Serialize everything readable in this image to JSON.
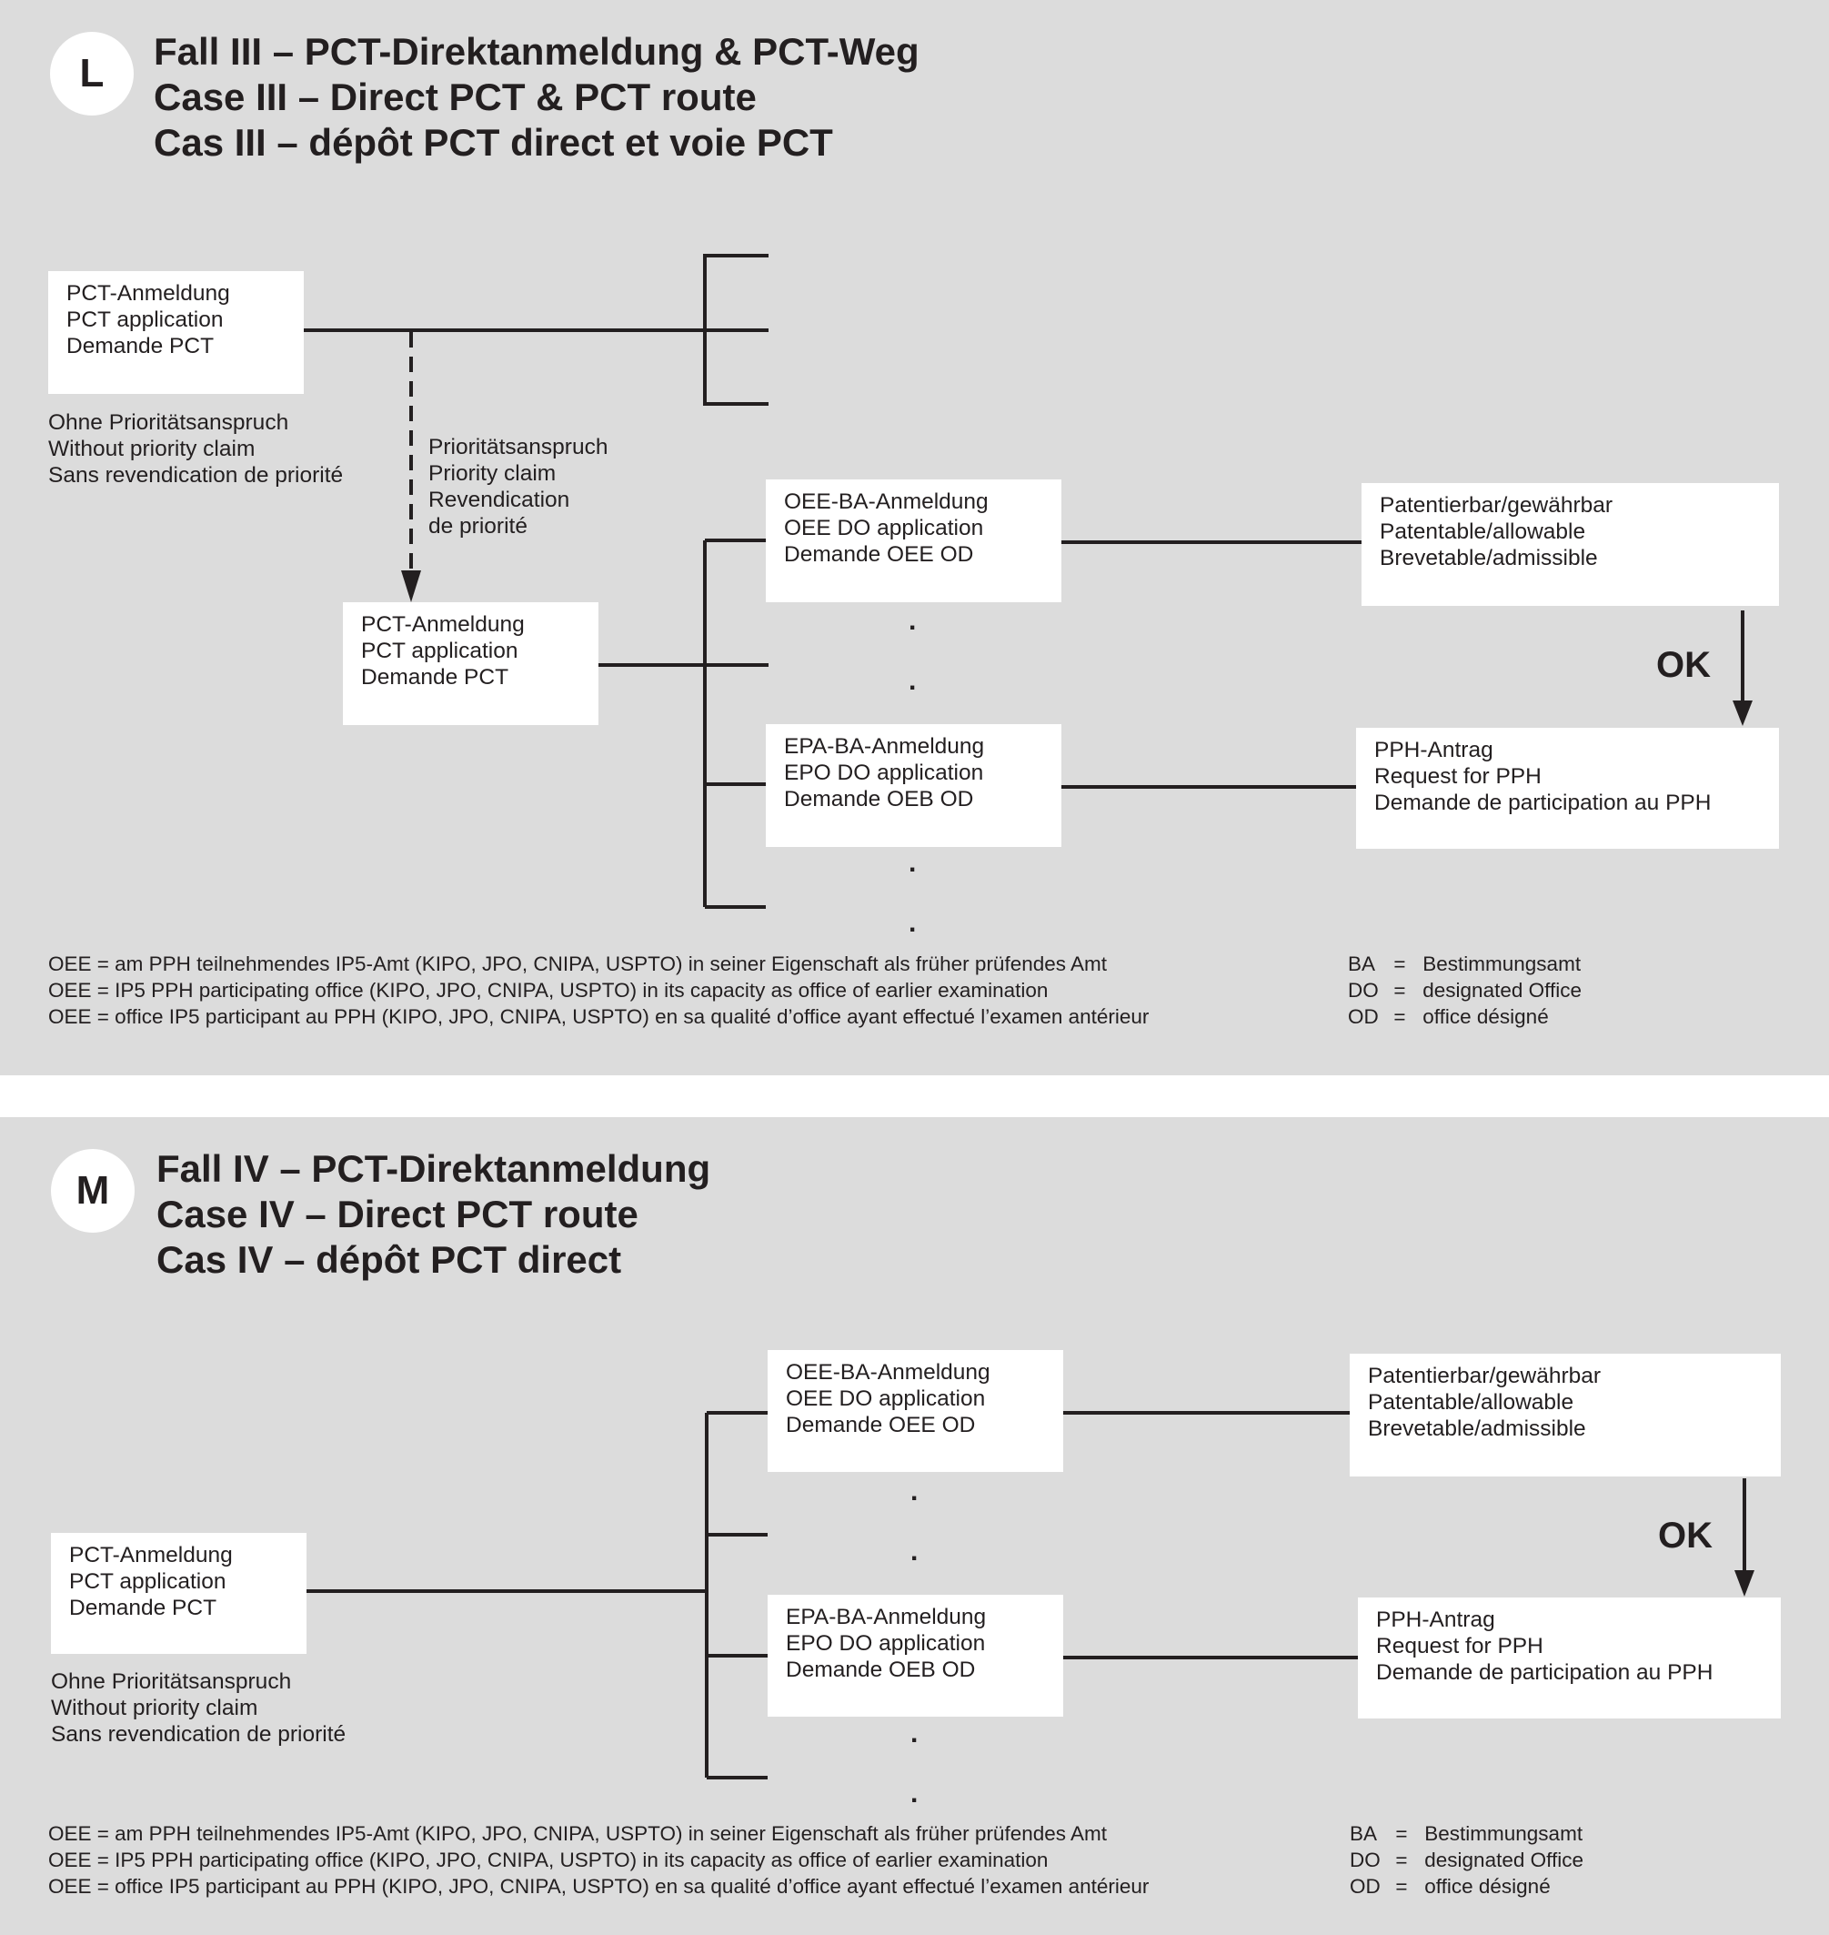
{
  "panels": {
    "l": {
      "badge": "L",
      "title": [
        "Fall III – PCT-Direktanmeldung & PCT-Weg",
        "Case III – Direct PCT & PCT route",
        "Cas III – dépôt PCT direct et voie PCT"
      ],
      "pct_box_1": [
        "PCT-Anmeldung",
        "PCT application",
        "Demande PCT"
      ],
      "no_priority_label": [
        "Ohne Prioritätsanspruch",
        "Without priority claim",
        "Sans revendication de priorité"
      ],
      "priority_label": [
        "Prioritätsanspruch",
        "Priority claim",
        "Revendication",
        "de priorité"
      ],
      "pct_box_2": [
        "PCT-Anmeldung",
        "PCT application",
        "Demande PCT"
      ],
      "oee_box": [
        "OEE-BA-Anmeldung",
        "OEE DO application",
        "Demande OEE OD"
      ],
      "epa_box": [
        "EPA-BA-Anmeldung",
        "EPO DO application",
        "Demande OEB OD"
      ],
      "patentable_box": [
        "Patentierbar/gewährbar",
        "Patentable/allowable",
        "Brevetable/admissible"
      ],
      "pph_box": [
        "PPH-Antrag",
        "Request for PPH",
        "Demande de participation au PPH"
      ],
      "ok": "OK",
      "dots": ".",
      "footnote": [
        "OEE = am PPH teilnehmendes IP5-Amt (KIPO, JPO, CNIPA, USPTO) in seiner Eigenschaft als früher prüfendes Amt",
        "OEE = IP5 PPH participating office (KIPO, JPO, CNIPA, USPTO) in its capacity as office of earlier examination",
        "OEE = office IP5 participant au PPH (KIPO, JPO, CNIPA, USPTO) en sa qualité d’office ayant effectué l’examen antérieur"
      ],
      "abbreviations": [
        {
          "abbr": "BA",
          "eq": "=",
          "meaning": "Bestimmungsamt"
        },
        {
          "abbr": "DO",
          "eq": "=",
          "meaning": "designated Office"
        },
        {
          "abbr": "OD",
          "eq": "=",
          "meaning": "office désigné"
        }
      ]
    },
    "m": {
      "badge": "M",
      "title": [
        "Fall IV – PCT-Direktanmeldung",
        "Case IV – Direct PCT route",
        "Cas IV – dépôt PCT direct"
      ],
      "pct_box": [
        "PCT-Anmeldung",
        "PCT application",
        "Demande PCT"
      ],
      "no_priority_label": [
        "Ohne Prioritätsanspruch",
        "Without priority claim",
        "Sans revendication de priorité"
      ],
      "oee_box": [
        "OEE-BA-Anmeldung",
        "OEE DO application",
        "Demande OEE OD"
      ],
      "epa_box": [
        "EPA-BA-Anmeldung",
        "EPO DO application",
        "Demande OEB OD"
      ],
      "patentable_box": [
        "Patentierbar/gewährbar",
        "Patentable/allowable",
        "Brevetable/admissible"
      ],
      "pph_box": [
        "PPH-Antrag",
        "Request for PPH",
        "Demande de participation au PPH"
      ],
      "ok": "OK",
      "dots": ".",
      "footnote": [
        "OEE = am PPH teilnehmendes IP5-Amt (KIPO, JPO, CNIPA, USPTO) in seiner Eigenschaft als früher prüfendes Amt",
        "OEE = IP5 PPH participating office (KIPO, JPO, CNIPA, USPTO) in its capacity as office of earlier examination",
        "OEE = office IP5 participant au PPH (KIPO, JPO, CNIPA, USPTO) en sa qualité d’office ayant effectué l’examen antérieur"
      ],
      "abbreviations": [
        {
          "abbr": "BA",
          "eq": "=",
          "meaning": "Bestimmungsamt"
        },
        {
          "abbr": "DO",
          "eq": "=",
          "meaning": "designated Office"
        },
        {
          "abbr": "OD",
          "eq": "=",
          "meaning": "office désigné"
        }
      ]
    }
  }
}
